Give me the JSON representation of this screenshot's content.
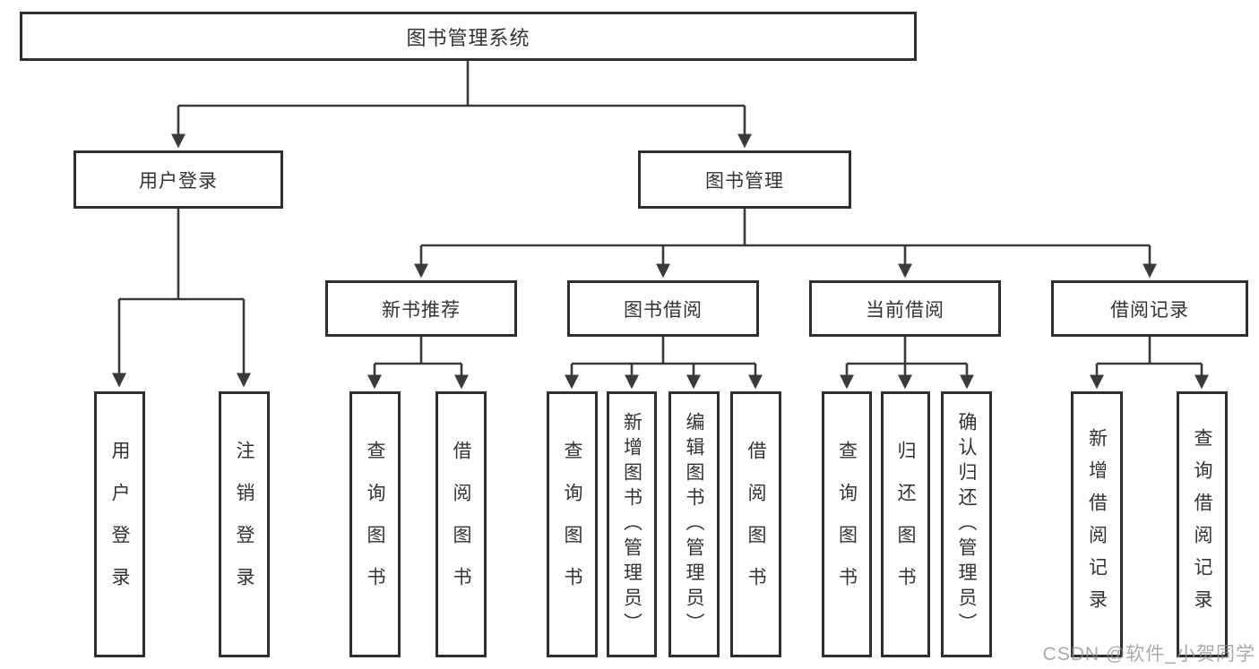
{
  "colors": {
    "background": "#ffffff",
    "box_border": "#2f2f2f",
    "line": "#3a3a3a",
    "text": "#333333",
    "watermark": "#8c8c8c"
  },
  "diagram": {
    "root": {
      "label": "图书管理系统"
    },
    "level2": [
      {
        "label": "用户登录"
      },
      {
        "label": "图书管理"
      }
    ],
    "level3": [
      {
        "label": "新书推荐"
      },
      {
        "label": "图书借阅"
      },
      {
        "label": "当前借阅"
      },
      {
        "label": "借阅记录"
      }
    ],
    "leaves": [
      {
        "label": "用户登录"
      },
      {
        "label": "注销登录"
      },
      {
        "label": "查询图书"
      },
      {
        "label": "借阅图书"
      },
      {
        "label": "查询图书"
      },
      {
        "label": "新增图书（管理员）"
      },
      {
        "label": "编辑图书（管理员）"
      },
      {
        "label": "借阅图书"
      },
      {
        "label": "查询图书"
      },
      {
        "label": "归还图书"
      },
      {
        "label": "确认归还（管理员）"
      },
      {
        "label": "新增借阅记录"
      },
      {
        "label": "查询借阅记录"
      }
    ]
  },
  "watermark": {
    "text": "CSDN @软件_小贺同学"
  }
}
